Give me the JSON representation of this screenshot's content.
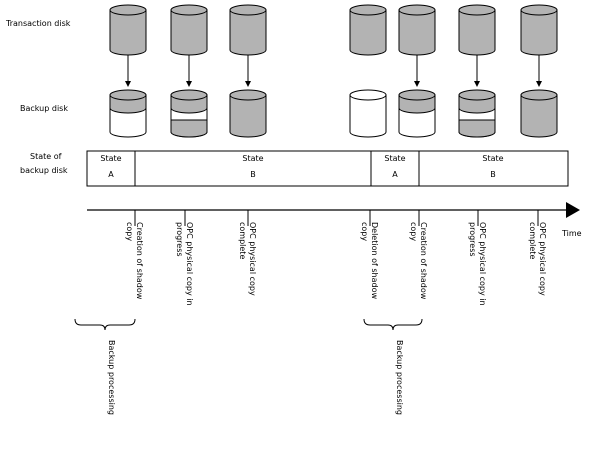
{
  "labels": {
    "transaction_disk": "Transaction disk",
    "backup_disk": "Backup disk",
    "state_of_backup_disk_line1": "State of",
    "state_of_backup_disk_line2": "backup disk",
    "time": "Time"
  },
  "states": [
    {
      "line1": "State",
      "line2": "A"
    },
    {
      "line1": "State",
      "line2": "B"
    },
    {
      "line1": "State",
      "line2": "A"
    },
    {
      "line1": "State",
      "line2": "B"
    }
  ],
  "events": [
    {
      "line1": "Creation of shadow",
      "line2": "copy"
    },
    {
      "line1": "OPC physical copy in",
      "line2": "progress"
    },
    {
      "line1": "OPC physical copy",
      "line2": "complete"
    },
    {
      "line1": "Deletion of shadow",
      "line2": "copy"
    },
    {
      "line1": "Creation of shadow",
      "line2": "copy"
    },
    {
      "line1": "OPC physical copy in",
      "line2": "progress"
    },
    {
      "line1": "OPC physical copy",
      "line2": "complete"
    }
  ],
  "groups": [
    {
      "label": "Backup processing"
    },
    {
      "label": "Backup processing"
    }
  ],
  "backup_disk_states": [
    "partial",
    "striped",
    "full",
    "empty",
    "partial",
    "striped",
    "full"
  ],
  "colors": {
    "disk_fill": "#b3b3b3",
    "line": "#000000",
    "background": "#ffffff"
  }
}
